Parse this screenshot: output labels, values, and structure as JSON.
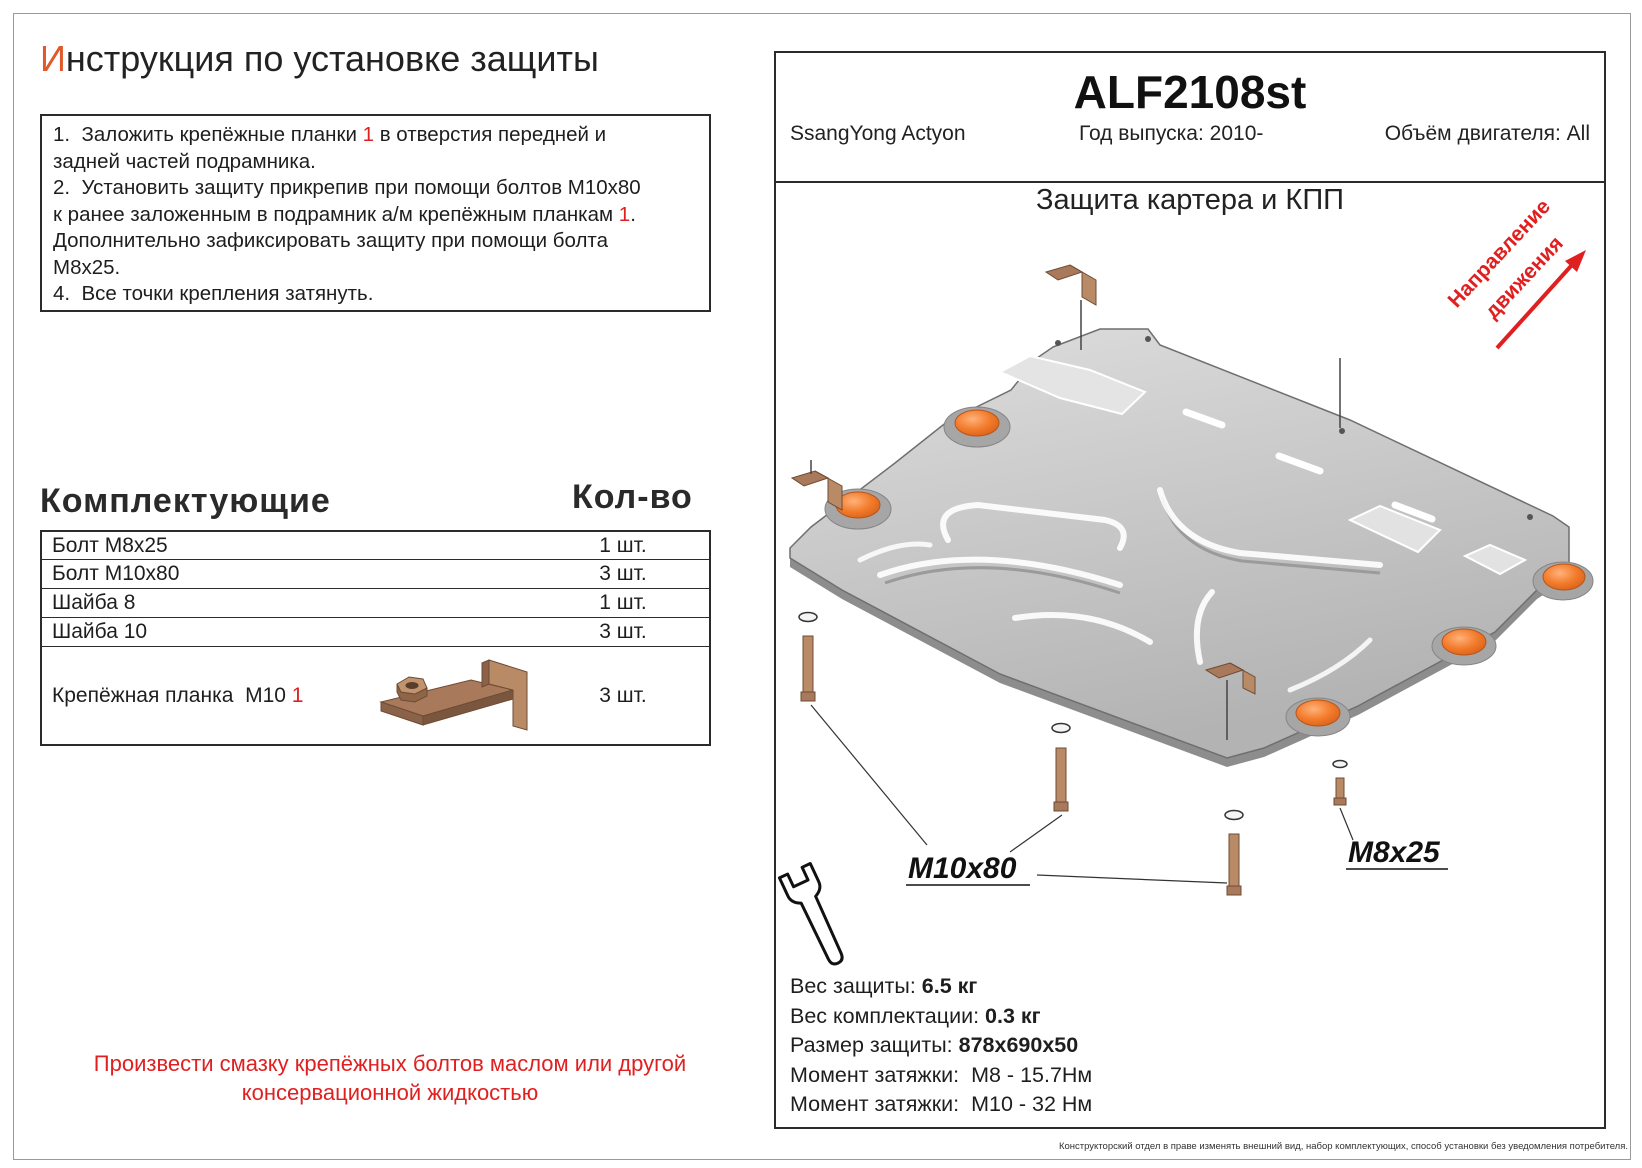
{
  "title": {
    "initial": "И",
    "rest": "нструкция по установке защиты"
  },
  "steps": {
    "lines": [
      {
        "a": "1.  Заложить крепёжные планки ",
        "ref": "1",
        "b": " в отверстия передней и"
      },
      {
        "a": "задней частей подрамника."
      },
      {
        "a": "2.  Установить защиту прикрепив при помощи болтов М10х80"
      },
      {
        "a": "к ранее заложенным в подрамник а/м крепёжным планкам ",
        "ref": "1",
        "b": "."
      },
      {
        "a": "Дополнительно зафиксировать защиту при помощи болта"
      },
      {
        "a": "М8х25."
      },
      {
        "a": "4.  Все точки крепления затянуть."
      }
    ]
  },
  "parts": {
    "heading": "Комплектующие",
    "qty_heading": "Кол-во",
    "rows": [
      {
        "name": "Болт М8х25",
        "qty": "1 шт."
      },
      {
        "name": "Болт М10х80",
        "qty": "3 шт."
      },
      {
        "name": "Шайба 8",
        "qty": "1 шт."
      },
      {
        "name": "Шайба 10",
        "qty": "3 шт."
      },
      {
        "name": "Крепёжная планка  М10 ",
        "ref": "1",
        "qty": "3 шт."
      }
    ]
  },
  "warning": {
    "line1": "Произвести смазку крепёжных болтов маслом или другой",
    "line2": "консервационной жидкостью"
  },
  "header": {
    "code": "ALF2108st",
    "model": "SsangYong Actyon",
    "year": "Год выпуска: 2010-",
    "engine": "Объём двигателя: All"
  },
  "product": {
    "title": "Защита картера и КПП",
    "direction_line1": "Направление",
    "direction_line2": "движения"
  },
  "drawing": {
    "label_m10": "M10x80",
    "label_m8": "M8x25"
  },
  "specs": {
    "weight_label": "Вес защиты: ",
    "weight_value": "6.5 кг",
    "kit_label": "Вес комплектации: ",
    "kit_value": "0.3 кг",
    "size_label": "Размер защиты: ",
    "size_value": "878x690x50",
    "torque_m8": "Момент затяжки:  М8 - 15.7Нм",
    "torque_m10": "Момент затяжки:  М10 - 32 Нм"
  },
  "footer": {
    "disclaimer": "Конструкторский отдел в праве изменять внешний вид, набор комплектующих, способ установки без уведомления потребителя."
  },
  "icons": [
    "wrench-icon",
    "direction-arrow-icon"
  ],
  "colors": {
    "title_accent": "#e0592a",
    "warning_red": "#e02020",
    "pad_orange": "#f27a2a",
    "bracket_brown": "#a8795a",
    "plate_grey": "#c8c8c8"
  }
}
